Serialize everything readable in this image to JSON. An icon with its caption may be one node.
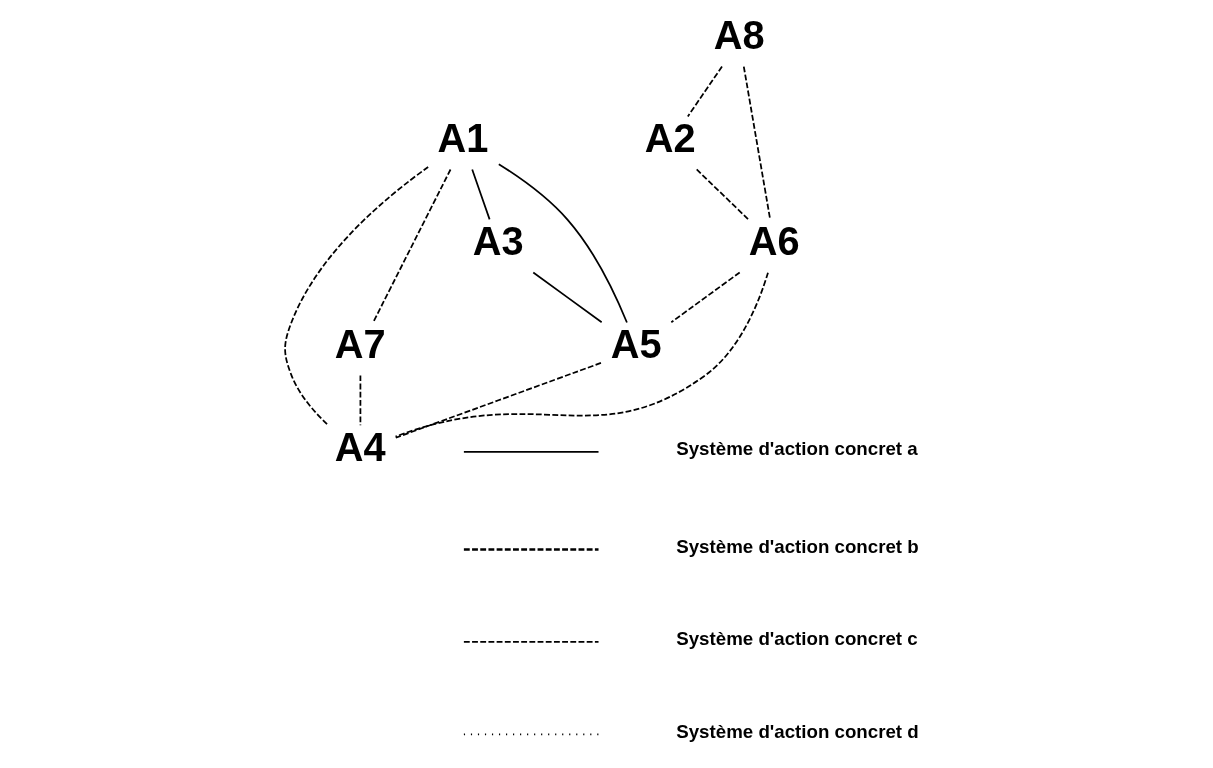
{
  "diagram": {
    "nodes": [
      {
        "text": [
          "A1"
        ]
      },
      {
        "text": [
          "A2"
        ]
      },
      {
        "text": [
          "A3"
        ]
      },
      {
        "text": [
          "A4"
        ]
      },
      {
        "text": [
          "A5"
        ]
      },
      {
        "text": [
          "A6"
        ]
      },
      {
        "text": [
          "A7"
        ]
      },
      {
        "text": [
          "A8"
        ]
      }
    ],
    "edges": [
      {
        "from": 0,
        "to": 4,
        "arrow": "none"
      },
      {
        "from": 0,
        "to": 2,
        "arrow": "none"
      },
      {
        "from": 2,
        "to": 4,
        "arrow": "none"
      },
      {
        "from": 7,
        "to": 1,
        "arrow": "none",
        "style": "dashed"
      },
      {
        "from": 7,
        "to": 5,
        "arrow": "none",
        "style": "dashed"
      },
      {
        "from": 1,
        "to": 5,
        "arrow": "none",
        "style": "dashed"
      },
      {
        "from": 0,
        "to": 6,
        "arrow": "none",
        "style": "dashed"
      },
      {
        "from": 0,
        "to": 3,
        "arrow": "none",
        "style": "dashed"
      },
      {
        "from": 6,
        "to": 3,
        "arrow": "none",
        "style": "dashed"
      },
      {
        "from": 5,
        "to": 4,
        "arrow": "none",
        "style": "dashed"
      },
      {
        "from": 5,
        "to": 3,
        "arrow": "none",
        "style": "dashed"
      },
      {
        "from": 4,
        "to": 3,
        "arrow": "none",
        "style": "dashed"
      }
    ],
    "legend": [
      {
        "text": "Système d'action concret a"
      },
      {
        "text": "Système d'action concret b"
      },
      {
        "text": "Système d'action concret c"
      },
      {
        "text": "Système d'action concret d"
      }
    ]
  }
}
